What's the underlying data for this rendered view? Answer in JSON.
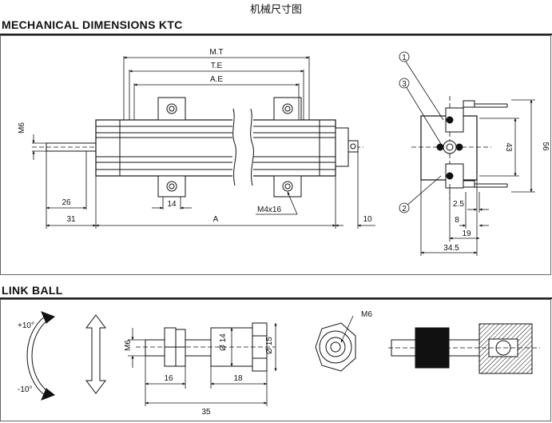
{
  "page_title": "机械尺寸图",
  "section_mechanical": {
    "title": "MECHANICAL DIMENSIONS KTC",
    "labels": {
      "mt": "M.T",
      "te": "T.E",
      "ae": "A.E",
      "a": "A",
      "m6": "M6",
      "d26": "26",
      "d31": "31",
      "d14": "14",
      "m4x16": "M4x16",
      "d10": "10"
    },
    "side_view": {
      "callout_1": "1",
      "callout_2": "2",
      "callout_3": "3",
      "d56": "56",
      "d43": "43",
      "d2_5": "2.5",
      "d8": "8",
      "d19": "19",
      "d34_5": "34.5"
    }
  },
  "section_link_ball": {
    "title": "LINK BALL",
    "plus10": "+10°",
    "minus10": "-10°",
    "m6_left": "M6",
    "dia14": "Ø 14",
    "dia15": "Ø 15",
    "d16": "16",
    "d18": "18",
    "d35": "35",
    "m6_right": "M6"
  }
}
